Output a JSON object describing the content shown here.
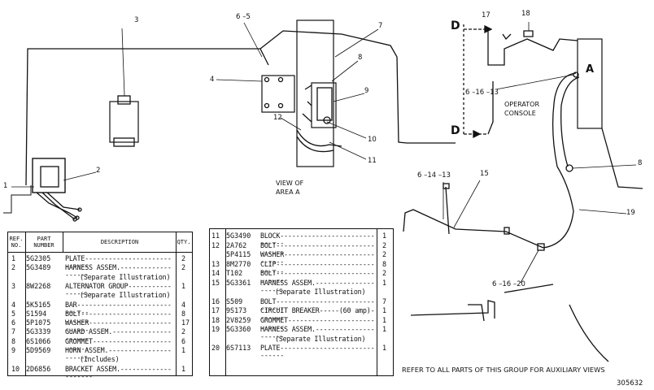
{
  "diagram": {
    "section_letters": {
      "d_top": "D",
      "d_bottom": "D",
      "a": "A"
    },
    "labels": {
      "view_of": "VIEW OF",
      "area_a": "AREA  A",
      "operator": "OPERATOR",
      "console": "CONSOLE",
      "refer_note": "REFER TO ALL PARTS OF THIS GROUP FOR AUXILIARY VIEWS",
      "figure_number": "305632"
    },
    "callouts": {
      "c1": "1",
      "c2": "2",
      "c3": "3",
      "c4": "4",
      "c65": "6 –5",
      "c7": "7",
      "c8a": "8",
      "c9": "9",
      "c10": "10",
      "c11": "11",
      "c12": "12",
      "c17": "17",
      "c18": "18",
      "c6_16_13": "6 –16 –13",
      "c8b": "8",
      "c6_14_13": "6 –14 –13",
      "c15": "15",
      "c19": "19",
      "c6_16_20": "6 –16 –20"
    }
  },
  "parts_table_left": {
    "headers": {
      "ref_no": "REF. NO.",
      "part_number": "PART NUMBER",
      "description": "DESCRIPTION",
      "qty": "QTY."
    },
    "rows": [
      {
        "ref": "1",
        "part": "5G2305",
        "desc": "PLATE----------------------------",
        "qty": "2"
      },
      {
        "ref": "2",
        "part": "5G3489",
        "desc": "HARNESS ASSEM.-------------------",
        "qty": "2"
      },
      {
        "ref": "",
        "part": "",
        "desc": "(Separate Illustration)",
        "qty": ""
      },
      {
        "ref": "3",
        "part": "8W2268",
        "desc": "ALTERNATOR GROUP------------------",
        "qty": "1"
      },
      {
        "ref": "",
        "part": "",
        "desc": "(Separate Illustration)",
        "qty": ""
      },
      {
        "ref": "4",
        "part": "5K5165",
        "desc": "BAR------------------------------",
        "qty": "4"
      },
      {
        "ref": "5",
        "part": "S1594",
        "desc": "BOLT-----------------------------",
        "qty": "8"
      },
      {
        "ref": "6",
        "part": "5P1075",
        "desc": "WASHER---------------------------",
        "qty": "17"
      },
      {
        "ref": "7",
        "part": "5G3339",
        "desc": "GUARD ASSEM.---------------------",
        "qty": "2"
      },
      {
        "ref": "8",
        "part": "6S1066",
        "desc": "GROMMET--------------------------",
        "qty": "6"
      },
      {
        "ref": "9",
        "part": "5D9569",
        "desc": "HORN ASSEM.----------------------",
        "qty": "1"
      },
      {
        "ref": "",
        "part": "",
        "desc": "(Includes)",
        "qty": ""
      },
      {
        "ref": "10",
        "part": "2D6856",
        "desc": "BRACKET ASSEM.--------------------",
        "qty": "1"
      }
    ]
  },
  "parts_table_right": {
    "rows": [
      {
        "ref": "11",
        "part": "5G3490",
        "desc": "BLOCK------------------------------",
        "qty": "1"
      },
      {
        "ref": "12",
        "part": "2A762",
        "desc": "BOLT-------------------------------",
        "qty": "2"
      },
      {
        "ref": "",
        "part": "5P4115",
        "desc": "WASHER-----------------------------",
        "qty": "2"
      },
      {
        "ref": "13",
        "part": "8M2770",
        "desc": "CLIP-------------------------------",
        "qty": "8"
      },
      {
        "ref": "14",
        "part": "T102",
        "desc": "BOLT-------------------------------",
        "qty": "2"
      },
      {
        "ref": "15",
        "part": "5G3361",
        "desc": "HARNESS ASSEM.---------------------",
        "qty": "1"
      },
      {
        "ref": "",
        "part": "",
        "desc": "(Separate Illustration)",
        "qty": ""
      },
      {
        "ref": "16",
        "part": "S509",
        "desc": "BOLT-------------------------------",
        "qty": "7"
      },
      {
        "ref": "17",
        "part": "9S173",
        "desc": "CIRCUIT BREAKER-----(60 amp)-------",
        "qty": "1"
      },
      {
        "ref": "18",
        "part": "2V8259",
        "desc": "GROMMET----------------------------",
        "qty": "1"
      },
      {
        "ref": "19",
        "part": "5G3360",
        "desc": "HARNESS ASSEM.---------------------",
        "qty": "1"
      },
      {
        "ref": "",
        "part": "",
        "desc": "(Separate Illustration)",
        "qty": ""
      },
      {
        "ref": "20",
        "part": "6S7113",
        "desc": "PLATE------------------------------",
        "qty": "1"
      }
    ]
  }
}
